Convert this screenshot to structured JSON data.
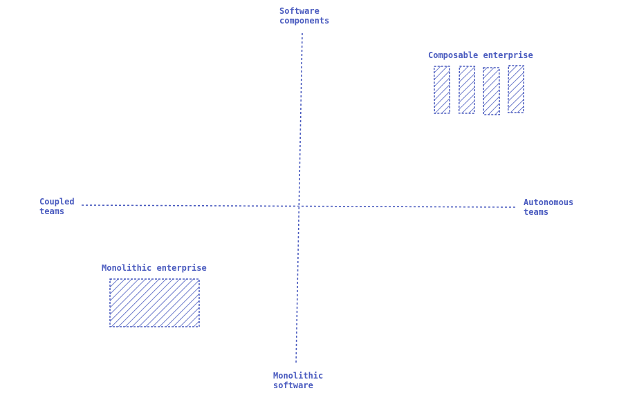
{
  "colors": {
    "ink": "#4a5bbf"
  },
  "axes": {
    "y_top": {
      "line1": "Software",
      "line2": "components"
    },
    "y_bottom": {
      "line1": "Monolithic",
      "line2": "software"
    },
    "x_left": {
      "line1": "Coupled",
      "line2": "teams"
    },
    "x_right": {
      "line1": "Autonomous",
      "line2": "teams"
    }
  },
  "quadrants": {
    "composable": {
      "label": "Composable enterprise",
      "blocks": 4
    },
    "monolithic": {
      "label": "Monolithic enterprise",
      "blocks": 1
    }
  }
}
